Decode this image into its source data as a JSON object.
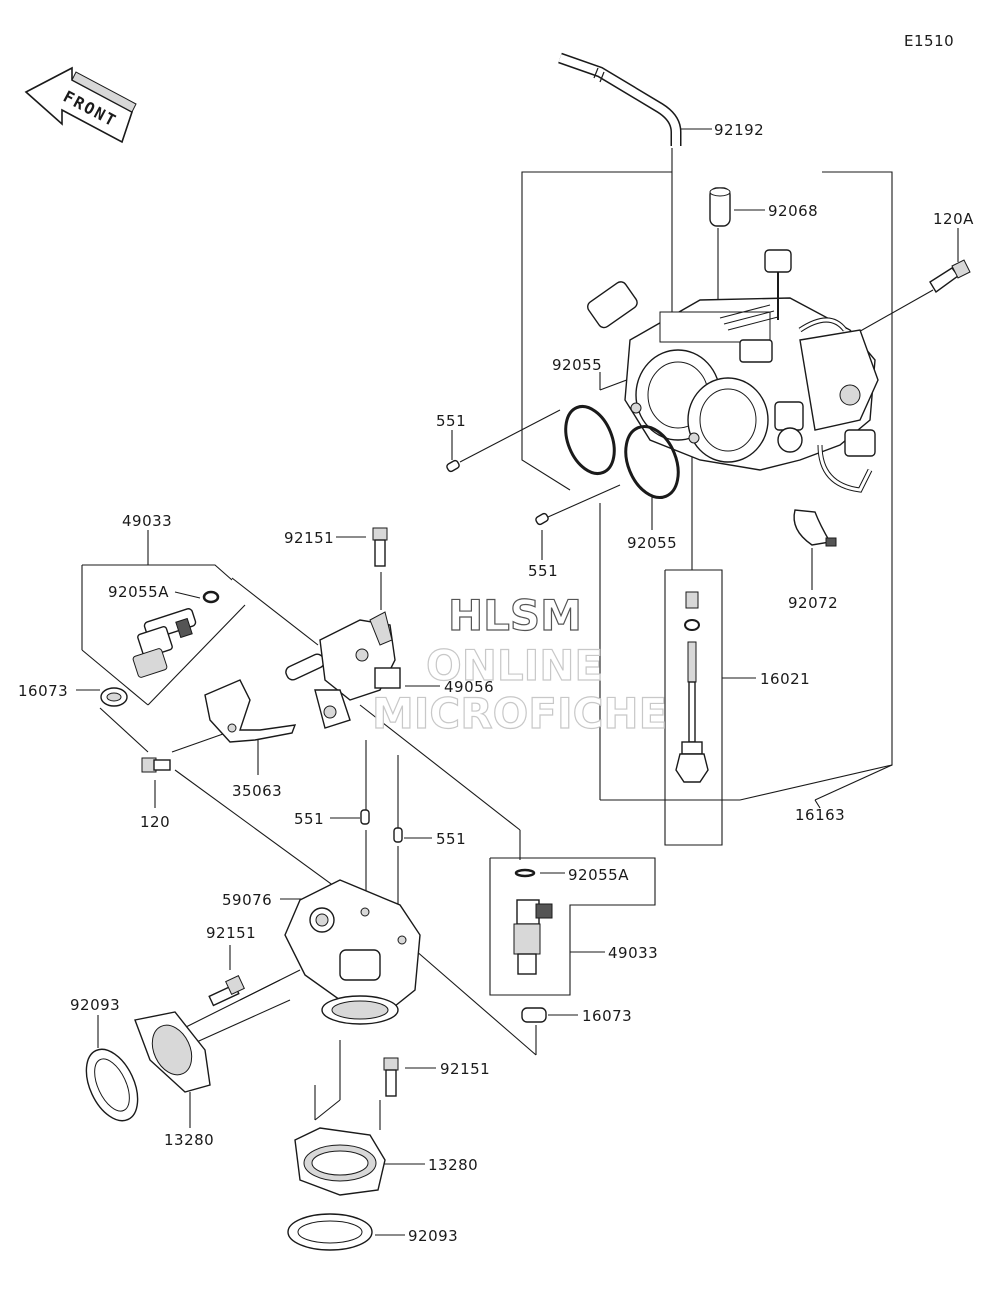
{
  "diagram_code": "E1510",
  "front_indicator": "FRONT",
  "watermark": {
    "line1": "HLSM",
    "line2": "ONLINE",
    "line3": "MICROFICHE"
  },
  "part_labels": {
    "p92192": "92192",
    "p92068": "92068",
    "p120A": "120A",
    "p92055_top": "92055",
    "p551_top": "551",
    "p92055_mid": "92055",
    "p551_mid": "551",
    "p92072": "92072",
    "p16021": "16021",
    "p16163": "16163",
    "p49033_left": "49033",
    "p92055A_left": "92055A",
    "p16073_left": "16073",
    "p92151_top": "92151",
    "p49056": "49056",
    "p120": "120",
    "p35063": "35063",
    "p551_a": "551",
    "p551_b": "551",
    "p92055A_right": "92055A",
    "p49033_right": "49033",
    "p16073_right": "16073",
    "p59076": "59076",
    "p92151_mid": "92151",
    "p92093_left": "92093",
    "p13280_left": "13280",
    "p92151_low": "92151",
    "p13280_right": "13280",
    "p92093_right": "92093"
  }
}
